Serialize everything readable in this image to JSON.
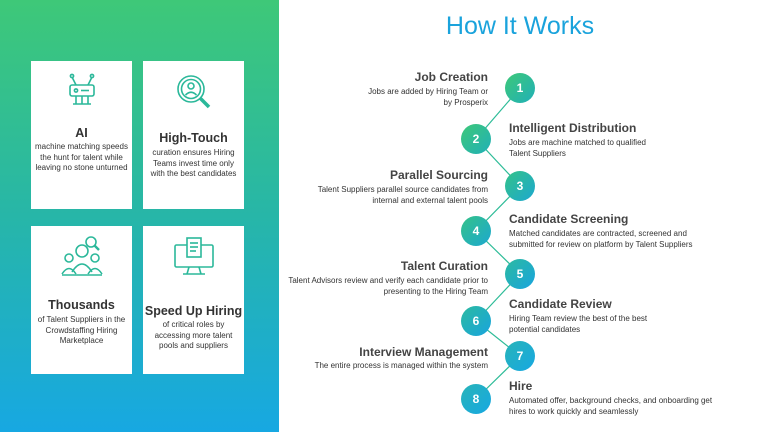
{
  "title": "How It Works",
  "features": [
    {
      "title": "AI",
      "desc": "machine matching speeds the hunt for talent while leaving no stone unturned",
      "icon": "ai-chip-icon"
    },
    {
      "title": "High-Touch",
      "desc": "curation ensures Hiring Teams invest time only with the best candidates",
      "icon": "magnifier-person-icon"
    },
    {
      "title": "Thousands",
      "desc": "of Talent Suppliers in the Crowdstaffing Hiring Marketplace",
      "icon": "people-search-icon"
    },
    {
      "title": "Speed Up Hiring",
      "desc": "of critical roles by accessing more talent pools and suppliers",
      "icon": "monitor-document-icon"
    }
  ],
  "steps": [
    {
      "num": "1",
      "title": "Job Creation",
      "desc": "Jobs are added by Hiring Team or by Prosperix"
    },
    {
      "num": "2",
      "title": "Intelligent Distribution",
      "desc": "Jobs are machine matched to qualified Talent Suppliers"
    },
    {
      "num": "3",
      "title": "Parallel Sourcing",
      "desc": "Talent Suppliers parallel source candidates from internal and external talent pools"
    },
    {
      "num": "4",
      "title": "Candidate Screening",
      "desc": "Matched candidates are contracted, screened and submitted for review on platform by Talent Suppliers"
    },
    {
      "num": "5",
      "title": "Talent Curation",
      "desc": "Talent Advisors review and verify each candidate prior to presenting to the Hiring Team"
    },
    {
      "num": "6",
      "title": "Candidate Review",
      "desc": "Hiring Team review the best of the best potential candidates"
    },
    {
      "num": "7",
      "title": "Interview Management",
      "desc": "The entire process is managed within the system"
    },
    {
      "num": "8",
      "title": "Hire",
      "desc": "Automated offer, background checks, and onboarding get hires to work quickly and seamlessly"
    }
  ],
  "colors": {
    "accent_green": "#3ec878",
    "accent_blue": "#1aa3dc",
    "text_dark": "#333333"
  }
}
